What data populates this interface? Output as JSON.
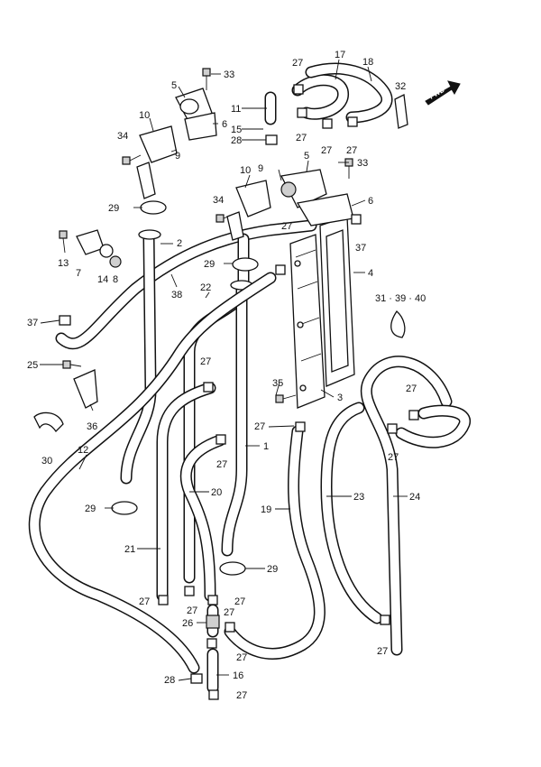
{
  "fwd_label": "FWD",
  "callouts": [
    "1",
    "2",
    "3",
    "4",
    "5",
    "6",
    "7",
    "8",
    "9",
    "10",
    "11",
    "12",
    "13",
    "14",
    "15",
    "16",
    "17",
    "18",
    "19",
    "20",
    "21",
    "22",
    "23",
    "24",
    "25",
    "26",
    "27",
    "28",
    "29",
    "30",
    "31 · 39 · 40",
    "32",
    "33",
    "34",
    "35",
    "36",
    "37",
    "38"
  ]
}
